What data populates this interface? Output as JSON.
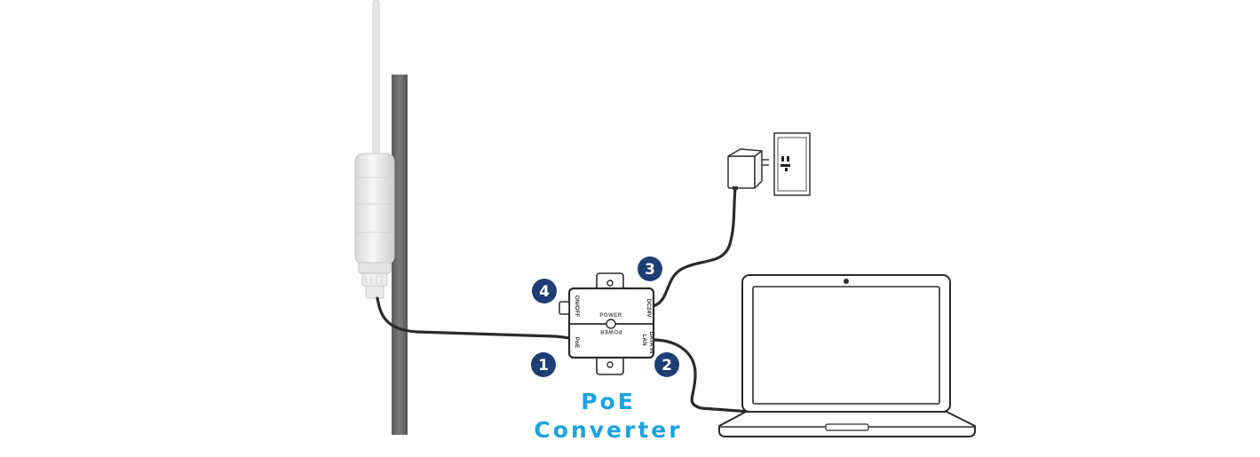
{
  "converter": {
    "caption_line1": "PoE",
    "caption_line2": "Converter",
    "center_text": "POWER",
    "ports": {
      "poe": "PoE",
      "lan": "LAN",
      "data_in": "DATA IN",
      "onoff": "ON/OFF",
      "dc": "DC24V"
    }
  },
  "steps": [
    {
      "label": "1"
    },
    {
      "label": "2"
    },
    {
      "label": "3"
    },
    {
      "label": "4"
    }
  ],
  "colors": {
    "badge": "#1e3e74",
    "caption": "#1aa3df",
    "pole": "#6b6b6b",
    "cable": "#2b2b2b"
  }
}
